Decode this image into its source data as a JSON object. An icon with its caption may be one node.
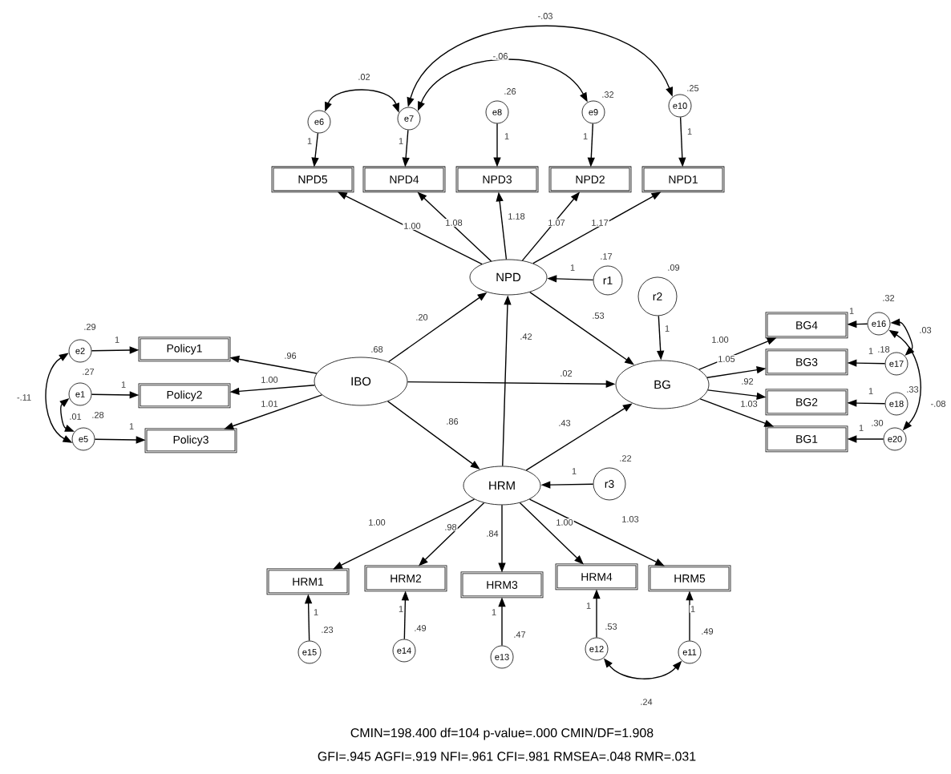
{
  "diagram": {
    "nodes": [
      {
        "text": [
          "IBO"
        ],
        "beside": [
          ".68"
        ]
      },
      {
        "text": [
          "NPD"
        ]
      },
      {
        "text": [
          "BG"
        ]
      },
      {
        "text": [
          "HRM"
        ]
      },
      {
        "text": [
          "NPD5"
        ]
      },
      {
        "text": [
          "NPD4"
        ]
      },
      {
        "text": [
          "NPD3"
        ]
      },
      {
        "text": [
          "NPD2"
        ]
      },
      {
        "text": [
          "NPD1"
        ]
      },
      {
        "text": [
          "e6"
        ]
      },
      {
        "text": [
          "e7"
        ]
      },
      {
        "text": [
          "e8"
        ],
        "beside": [
          ".26"
        ]
      },
      {
        "text": [
          "e9"
        ],
        "beside": [
          ".32"
        ]
      },
      {
        "text": [
          "e10"
        ],
        "beside": [
          ".25"
        ]
      },
      {
        "text": [
          "Policy1"
        ]
      },
      {
        "text": [
          "Policy2"
        ]
      },
      {
        "text": [
          "Policy3"
        ]
      },
      {
        "text": [
          "e2"
        ],
        "beside": [
          ".29"
        ]
      },
      {
        "text": [
          "e1"
        ],
        "beside": [
          ".27"
        ]
      },
      {
        "text": [
          "e5"
        ],
        "beside": [
          ".28"
        ]
      },
      {
        "text": [
          "r1"
        ],
        "beside": [
          ".17"
        ]
      },
      {
        "text": [
          "r2"
        ],
        "beside": [
          ".09"
        ]
      },
      {
        "text": [
          "r3"
        ],
        "beside": [
          ".22"
        ]
      },
      {
        "text": [
          "BG4"
        ]
      },
      {
        "text": [
          "BG3"
        ]
      },
      {
        "text": [
          "BG2"
        ]
      },
      {
        "text": [
          "BG1"
        ]
      },
      {
        "text": [
          "e16"
        ],
        "beside": [
          ".32"
        ]
      },
      {
        "text": [
          "e17"
        ],
        "beside": [
          ".18"
        ]
      },
      {
        "text": [
          "e18"
        ],
        "beside": [
          ".33"
        ]
      },
      {
        "text": [
          "e20"
        ],
        "beside": [
          ".30"
        ]
      },
      {
        "text": [
          "HRM1"
        ]
      },
      {
        "text": [
          "HRM2"
        ]
      },
      {
        "text": [
          "HRM3"
        ]
      },
      {
        "text": [
          "HRM4"
        ]
      },
      {
        "text": [
          "HRM5"
        ]
      },
      {
        "text": [
          "e15"
        ],
        "beside": [
          ".23"
        ]
      },
      {
        "text": [
          "e14"
        ],
        "beside": [
          ".49"
        ]
      },
      {
        "text": [
          "e13"
        ],
        "beside": [
          ".47"
        ]
      },
      {
        "text": [
          "e12"
        ],
        "beside": [
          ".53"
        ]
      },
      {
        "text": [
          "e11"
        ],
        "beside": [
          ".49"
        ]
      }
    ],
    "edges": [
      {
        "from": 9,
        "to": 4,
        "arrow": "to",
        "label": "1"
      },
      {
        "from": 10,
        "to": 5,
        "arrow": "to",
        "label": "1"
      },
      {
        "from": 11,
        "to": 6,
        "arrow": "to",
        "label": "1"
      },
      {
        "from": 12,
        "to": 7,
        "arrow": "to",
        "label": "1"
      },
      {
        "from": 13,
        "to": 8,
        "arrow": "to",
        "label": "1"
      },
      {
        "from": 1,
        "to": 4,
        "arrow": "to",
        "label": "1.00"
      },
      {
        "from": 1,
        "to": 5,
        "arrow": "to",
        "label": "1.08"
      },
      {
        "from": 1,
        "to": 6,
        "arrow": "to",
        "label": "1.18"
      },
      {
        "from": 1,
        "to": 7,
        "arrow": "to",
        "label": "1.07"
      },
      {
        "from": 1,
        "to": 8,
        "arrow": "to",
        "label": "1.17"
      },
      {
        "from": 0,
        "to": 14,
        "arrow": "to",
        "label": ".96"
      },
      {
        "from": 0,
        "to": 15,
        "arrow": "to",
        "label": "1.00"
      },
      {
        "from": 0,
        "to": 16,
        "arrow": "to",
        "label": "1.01"
      },
      {
        "from": 17,
        "to": 14,
        "arrow": "to",
        "label": "1"
      },
      {
        "from": 18,
        "to": 15,
        "arrow": "to",
        "label": "1"
      },
      {
        "from": 19,
        "to": 16,
        "arrow": "to",
        "label": "1"
      },
      {
        "from": 0,
        "to": 1,
        "arrow": "to",
        "label": ".20"
      },
      {
        "from": 0,
        "to": 3,
        "arrow": "to",
        "label": ".86"
      },
      {
        "from": 0,
        "to": 2,
        "arrow": "to",
        "label": ".02"
      },
      {
        "from": 3,
        "to": 1,
        "arrow": "to",
        "label": ".42"
      },
      {
        "from": 1,
        "to": 2,
        "arrow": "to",
        "label": ".53"
      },
      {
        "from": 3,
        "to": 2,
        "arrow": "to",
        "label": ".43"
      },
      {
        "from": 20,
        "to": 1,
        "arrow": "to",
        "label": "1"
      },
      {
        "from": 21,
        "to": 2,
        "arrow": "to",
        "label": "1"
      },
      {
        "from": 22,
        "to": 3,
        "arrow": "to",
        "label": "1"
      },
      {
        "from": 2,
        "to": 23,
        "arrow": "to",
        "label": "1.00"
      },
      {
        "from": 2,
        "to": 24,
        "arrow": "to",
        "label": "1.05"
      },
      {
        "from": 2,
        "to": 25,
        "arrow": "to",
        "label": ".92"
      },
      {
        "from": 2,
        "to": 26,
        "arrow": "to",
        "label": "1.03"
      },
      {
        "from": 27,
        "to": 23,
        "arrow": "to",
        "label": "1"
      },
      {
        "from": 28,
        "to": 24,
        "arrow": "to",
        "label": "1"
      },
      {
        "from": 29,
        "to": 25,
        "arrow": "to",
        "label": "1"
      },
      {
        "from": 30,
        "to": 26,
        "arrow": "to",
        "label": "1"
      },
      {
        "from": 3,
        "to": 31,
        "arrow": "to",
        "label": "1.00"
      },
      {
        "from": 3,
        "to": 32,
        "arrow": "to",
        "label": ".98"
      },
      {
        "from": 3,
        "to": 33,
        "arrow": "to",
        "label": ".84"
      },
      {
        "from": 3,
        "to": 34,
        "arrow": "to",
        "label": "1.00"
      },
      {
        "from": 3,
        "to": 35,
        "arrow": "to",
        "label": "1.03"
      },
      {
        "from": 36,
        "to": 31,
        "arrow": "to",
        "label": "1"
      },
      {
        "from": 37,
        "to": 32,
        "arrow": "to",
        "label": "1"
      },
      {
        "from": 38,
        "to": 33,
        "arrow": "to",
        "label": "1"
      },
      {
        "from": 39,
        "to": 34,
        "arrow": "to",
        "label": "1"
      },
      {
        "from": 40,
        "to": 35,
        "arrow": "to",
        "label": "1"
      },
      {
        "from": 9,
        "to": 10,
        "arrow": "both",
        "label": ".02"
      },
      {
        "from": 10,
        "to": 12,
        "arrow": "both",
        "label": "-.06"
      },
      {
        "from": 10,
        "to": 13,
        "arrow": "both",
        "label": "-.03"
      },
      {
        "from": 17,
        "to": 19,
        "arrow": "both",
        "label": "-.11"
      },
      {
        "from": 18,
        "to": 19,
        "arrow": "both",
        "label": ".01"
      },
      {
        "from": 39,
        "to": 40,
        "arrow": "both",
        "label": ".24"
      },
      {
        "from": 27,
        "to": 28,
        "arrow": "both",
        "label": ".03"
      },
      {
        "from": 27,
        "to": 30,
        "arrow": "both",
        "label": "-.08"
      }
    ],
    "labels": [
      "CMIN=198.400 df=104 p-value=.000  CMIN/DF=1.908",
      "GFI=.945 AGFI=.919 NFI=.961 CFI=.981 RMSEA=.048 RMR=.031"
    ]
  }
}
